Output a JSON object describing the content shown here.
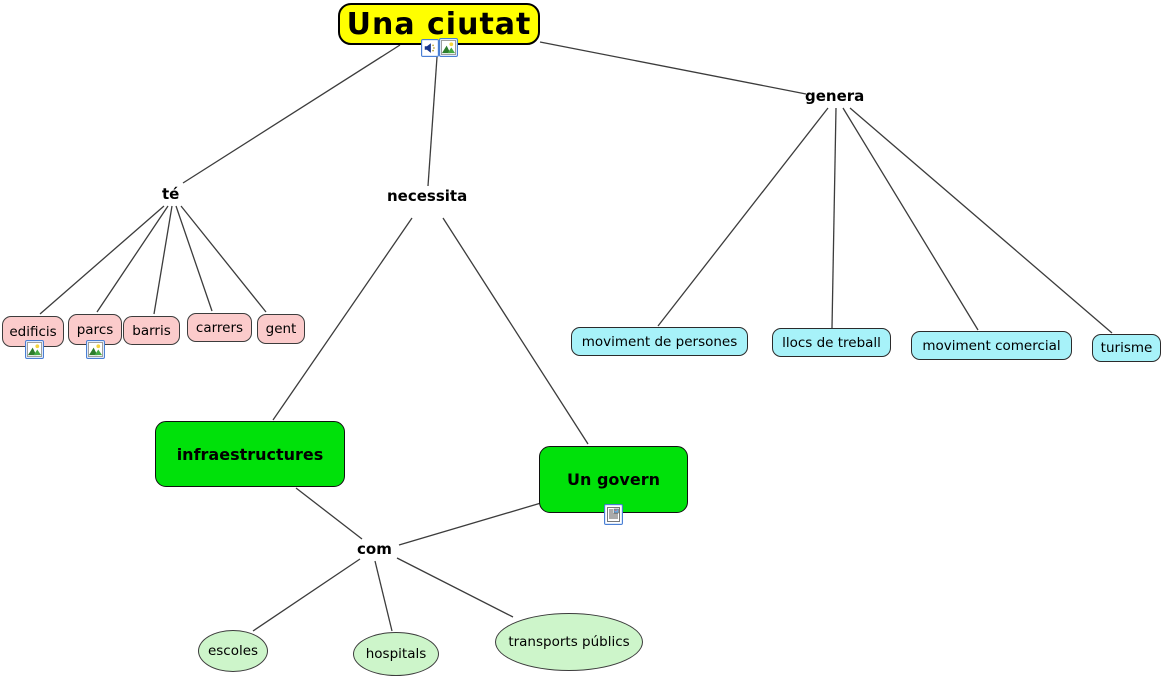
{
  "nodes": {
    "title": "Una ciutat",
    "edificis": "edificis",
    "parcs": "parcs",
    "barris": "barris",
    "carrers": "carrers",
    "gent": "gent",
    "moviment_persones": "moviment de persones",
    "llocs_treball": "llocs de treball",
    "moviment_comercial": "moviment comercial",
    "turisme": "turisme",
    "infraestructures": "infraestructures",
    "un_govern": "Un govern",
    "escoles": "escoles",
    "hospitals": "hospitals",
    "transports": "transports públics"
  },
  "linking_phrases": {
    "te": "té",
    "necessita": "necessita",
    "genera": "genera",
    "com": "com"
  },
  "edges": [
    {
      "from": "Una ciutat",
      "label": "té",
      "to": [
        "edificis",
        "parcs",
        "barris",
        "carrers",
        "gent"
      ]
    },
    {
      "from": "Una ciutat",
      "label": "necessita",
      "to": [
        "infraestructures",
        "Un govern"
      ]
    },
    {
      "from": "Una ciutat",
      "label": "genera",
      "to": [
        "moviment de persones",
        "llocs de treball",
        "moviment comercial",
        "turisme"
      ]
    },
    {
      "from": "infraestructures, Un govern",
      "label": "com",
      "to": [
        "escoles",
        "hospitals",
        "transports públics"
      ]
    }
  ],
  "icons": {
    "title_audio": "speaker-icon",
    "title_image": "image-icon",
    "edificis_image": "image-icon",
    "parcs_image": "image-icon",
    "un_govern_document": "document-icon"
  },
  "colors": {
    "root_bg": "#ffff00",
    "te_children_bg": "#fbcbcb",
    "genera_children_bg": "#a7f2f9",
    "necessita_children_bg": "#00e10a",
    "com_children_bg": "#cdf5ca",
    "line": "#3c3c3c"
  }
}
